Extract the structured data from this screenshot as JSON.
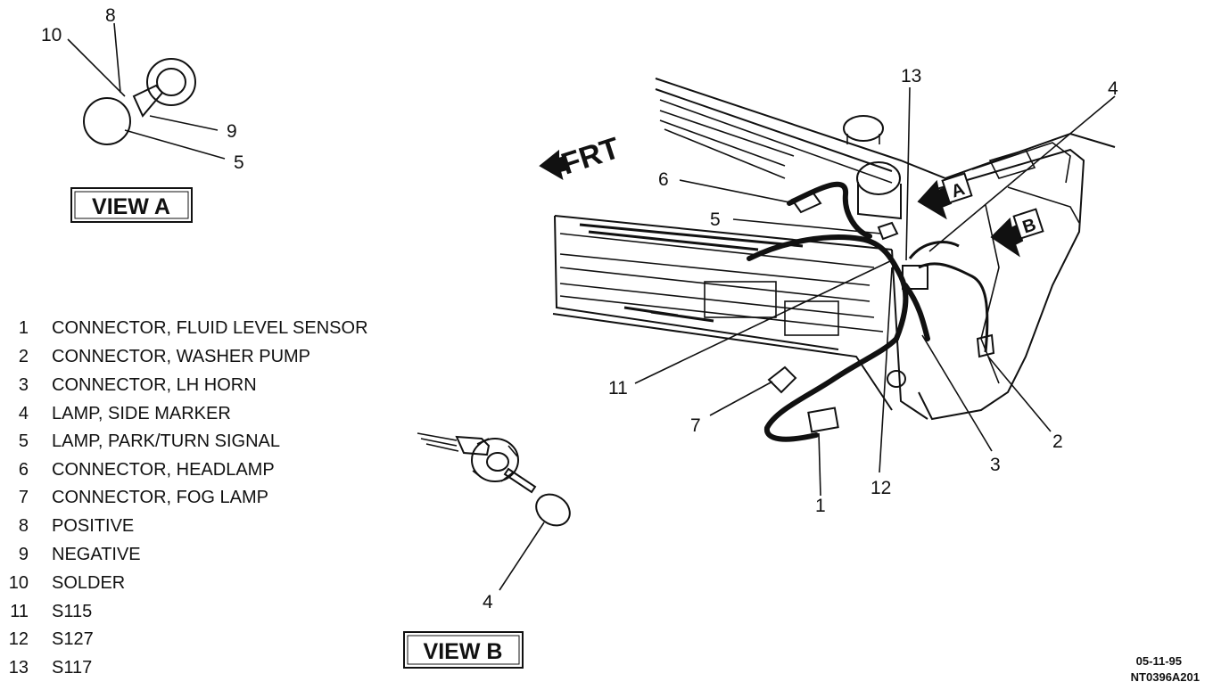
{
  "legend": [
    {
      "num": "1",
      "text": "CONNECTOR, FLUID LEVEL SENSOR"
    },
    {
      "num": "2",
      "text": "CONNECTOR, WASHER PUMP"
    },
    {
      "num": "3",
      "text": "CONNECTOR, LH HORN"
    },
    {
      "num": "4",
      "text": "LAMP, SIDE MARKER"
    },
    {
      "num": "5",
      "text": "LAMP, PARK/TURN SIGNAL"
    },
    {
      "num": "6",
      "text": "CONNECTOR, HEADLAMP"
    },
    {
      "num": "7",
      "text": "CONNECTOR, FOG LAMP"
    },
    {
      "num": "8",
      "text": "POSITIVE"
    },
    {
      "num": "9",
      "text": "NEGATIVE"
    },
    {
      "num": "10",
      "text": "SOLDER"
    },
    {
      "num": "11",
      "text": "S115"
    },
    {
      "num": "12",
      "text": "S127"
    },
    {
      "num": "13",
      "text": "S117"
    }
  ],
  "view_a": {
    "title": "VIEW A",
    "callouts": [
      "8",
      "10",
      "9",
      "5"
    ]
  },
  "view_b": {
    "title": "VIEW B",
    "callouts": [
      "4"
    ]
  },
  "main": {
    "direction": "FRT",
    "view_markers": [
      "A",
      "B"
    ],
    "callouts": [
      "13",
      "4",
      "6",
      "5",
      "11",
      "7",
      "1",
      "12",
      "3",
      "2"
    ]
  },
  "footer": {
    "date": "05-11-95",
    "code": "NT0396A201"
  }
}
